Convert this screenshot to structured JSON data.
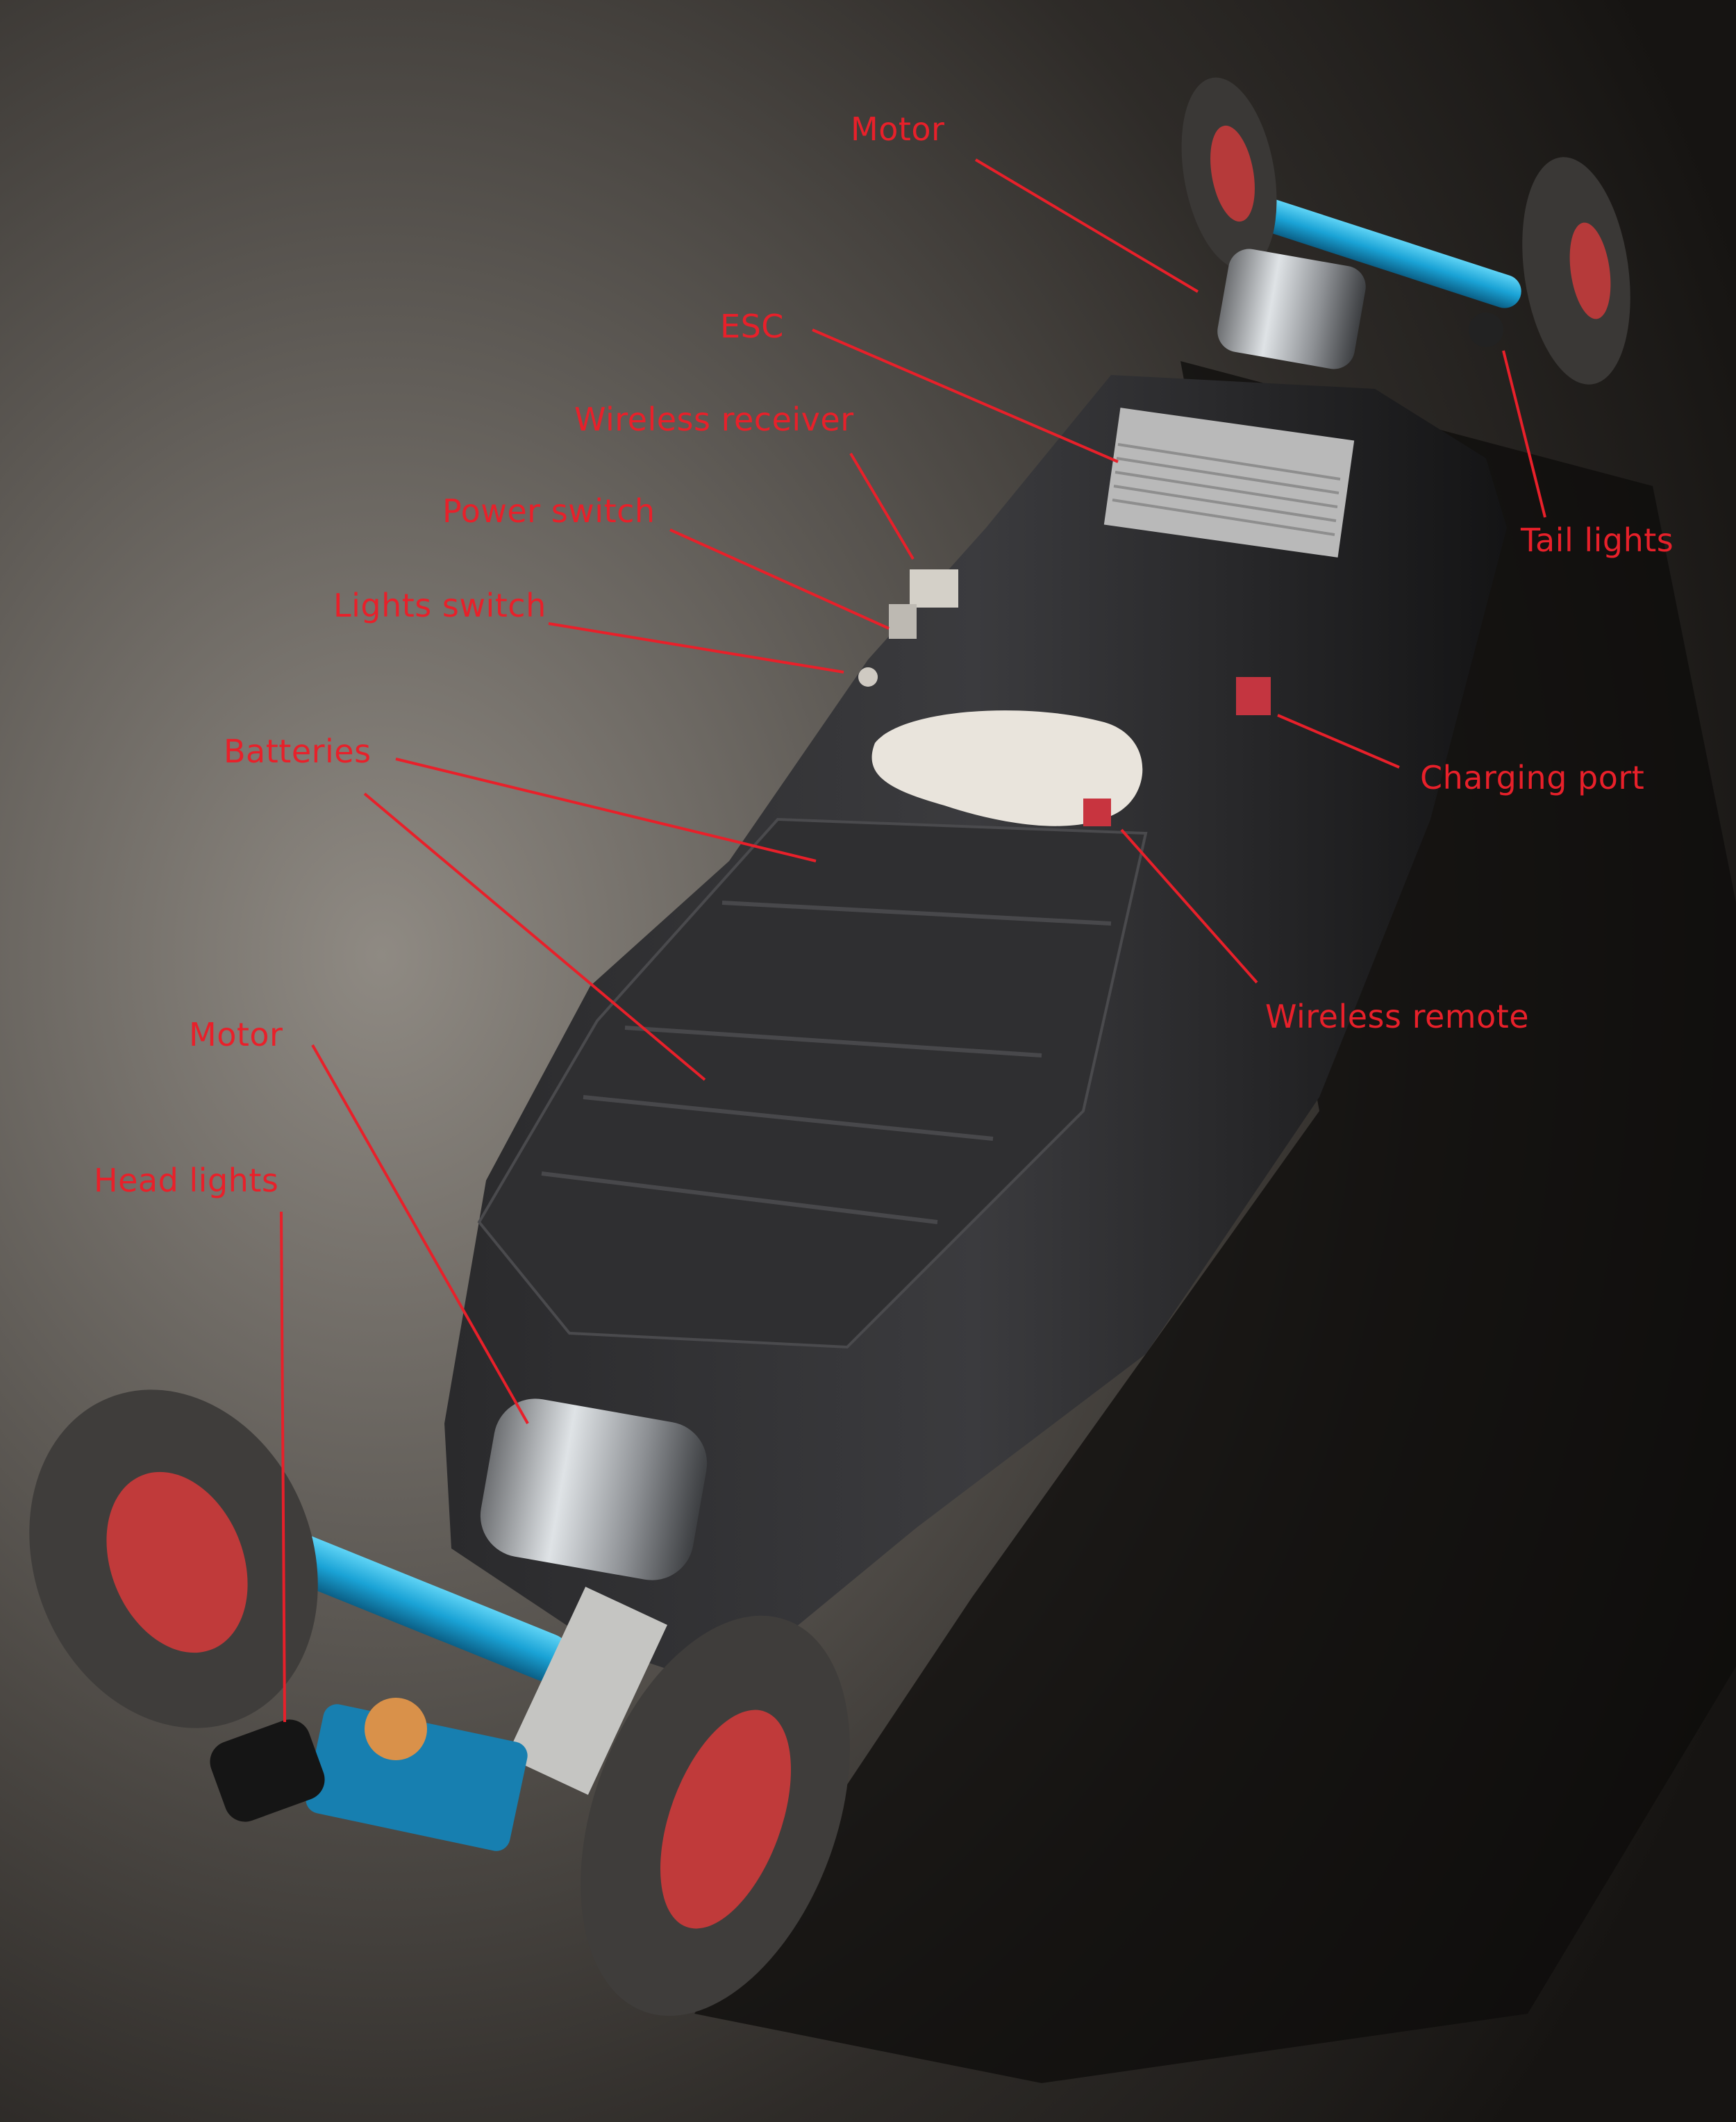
{
  "colors": {
    "callout": "#e8202a",
    "floor_light": "#8a8680",
    "floor_dark": "#1b1917",
    "truck_blue": "#1aa3d6",
    "deck": "#1c1c1e",
    "tire": "#3a3836",
    "hub": "#c03a3a",
    "remote": "#e9e4dc"
  },
  "callouts": {
    "motor_rear": "Motor",
    "esc": "ESC",
    "wireless_receiver": "Wireless receiver",
    "power_switch": "Power switch",
    "lights_switch": "Lights switch",
    "batteries": "Batteries",
    "motor_front": "Motor",
    "head_lights": "Head lights",
    "tail_lights": "Tail lights",
    "charging_port": "Charging port",
    "wireless_remote": "Wireless remote"
  }
}
